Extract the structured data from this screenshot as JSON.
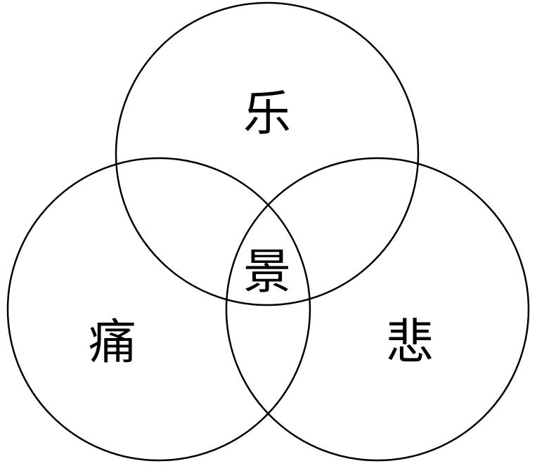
{
  "diagram": {
    "type": "venn",
    "stroke_color": "#000000",
    "sets": [
      {
        "id": "top",
        "label": "乐"
      },
      {
        "id": "left",
        "label": "痛"
      },
      {
        "id": "right",
        "label": "悲"
      }
    ],
    "intersection_label": "景"
  }
}
